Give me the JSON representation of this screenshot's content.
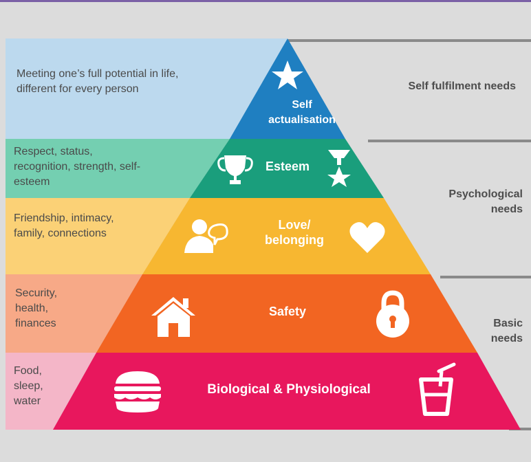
{
  "colors": {
    "background": "#dcdcdc",
    "self_actualisation": "#1f7fc1",
    "esteem": "#1a9e7c",
    "love": "#f7b731",
    "safety": "#f26522",
    "biological": "#e8175d",
    "self_actualisation_band": "#bcd9ee",
    "esteem_band": "#74cfb1",
    "love_band": "#fbd176",
    "safety_band": "#f7a987",
    "biological_band": "#f4b6c8",
    "category_divider": "#8a8a8a"
  },
  "levels": [
    {
      "label": "Self actualisation",
      "description": "Meeting one’s full potential in life, different for every person",
      "icons": [
        "star-icon"
      ]
    },
    {
      "label": "Esteem",
      "description": "Respect, status, recognition, strength, self-esteem",
      "icons": [
        "trophy-icon",
        "medal-icon"
      ]
    },
    {
      "label": "Love/ belonging",
      "description": "Friendship, intimacy, family, connections",
      "icons": [
        "person-chat-icon",
        "heart-icon"
      ]
    },
    {
      "label": "Safety",
      "description": "Security, health, finances",
      "icons": [
        "house-icon",
        "padlock-icon"
      ]
    },
    {
      "label": "Biological & Physiological",
      "description": "Food, sleep, water",
      "icons": [
        "burger-icon",
        "drink-icon"
      ]
    }
  ],
  "categories": [
    {
      "label": "Self fulfilment needs"
    },
    {
      "label": "Psychological needs"
    },
    {
      "label": "Basic needs"
    }
  ]
}
